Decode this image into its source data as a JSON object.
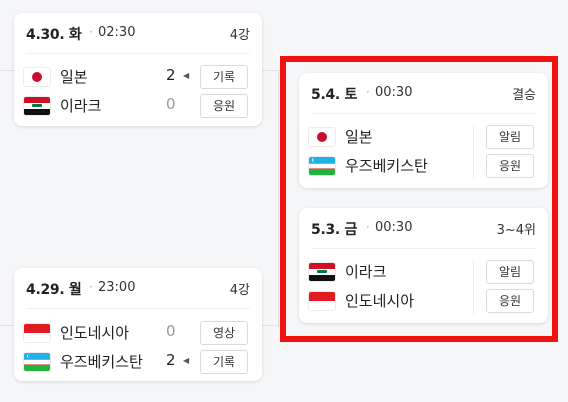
{
  "matches": [
    {
      "date": "4.30. 화",
      "time": "02:30",
      "round": "4강",
      "teams": [
        {
          "name": "일본",
          "score": "2",
          "button": "기록",
          "flag": "japan-flag-icon"
        },
        {
          "name": "이라크",
          "score": "0",
          "button": "응원",
          "flag": "iraq-flag-icon"
        }
      ]
    },
    {
      "date": "4.29. 월",
      "time": "23:00",
      "round": "4강",
      "teams": [
        {
          "name": "인도네시아",
          "score": "0",
          "button": "영상",
          "flag": "indonesia-flag-icon"
        },
        {
          "name": "우즈베키스탄",
          "score": "2",
          "button": "기록",
          "flag": "uzbekistan-flag-icon"
        }
      ]
    },
    {
      "date": "5.4. 토",
      "time": "00:30",
      "round": "결승",
      "teams": [
        {
          "name": "일본",
          "button": "알림",
          "flag": "japan-flag-icon"
        },
        {
          "name": "우즈베키스탄",
          "button": "응원",
          "flag": "uzbekistan-flag-icon"
        }
      ]
    },
    {
      "date": "5.3. 금",
      "time": "00:30",
      "round": "3~4위",
      "teams": [
        {
          "name": "이라크",
          "button": "알림",
          "flag": "iraq-flag-icon"
        },
        {
          "name": "인도네시아",
          "button": "응원",
          "flag": "indonesia-flag-icon"
        }
      ]
    }
  ],
  "separator": "·",
  "winner_marker": "◀",
  "colors": {
    "highlight": "#f21010",
    "background": "#f5f6f8"
  }
}
